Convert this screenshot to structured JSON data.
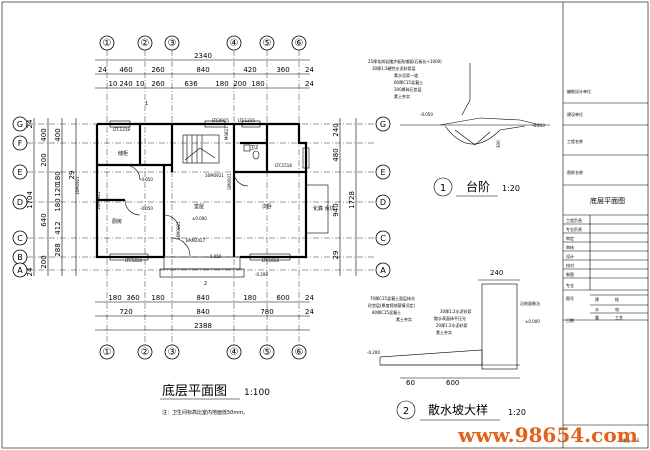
{
  "axes_numbers": [
    "①",
    "②",
    "③",
    "④",
    "⑤",
    "⑥"
  ],
  "axes_letters_left": [
    "G",
    "F",
    "E",
    "D",
    "C",
    "B",
    "A"
  ],
  "axes_letters_right": [
    "G",
    "E",
    "D",
    "C",
    "A"
  ],
  "top_dims": {
    "overall": "2340",
    "row1": [
      "24",
      "460",
      "260",
      "840",
      "420",
      "360",
      "24"
    ],
    "row2": [
      "10",
      "240",
      "10",
      "260",
      "636",
      "180",
      "200",
      "180",
      "24"
    ]
  },
  "bottom_dims": {
    "row1": [
      "180",
      "360",
      "180",
      "840",
      "180",
      "600",
      "24"
    ],
    "row2": [
      "720",
      "840",
      "780",
      "24"
    ],
    "overall": "2388"
  },
  "left_dims": {
    "vertical": [
      "24",
      "400",
      "200",
      "400",
      "180",
      "120",
      "180",
      "640",
      "412",
      "288",
      "200",
      "24",
      "1704",
      "29"
    ]
  },
  "right_dims": [
    "240",
    "480",
    "940",
    "1728",
    "29"
  ],
  "room_labels": {
    "storage": "储柜",
    "kitchen": "厨房",
    "hall": "堂屋",
    "bedroom": "次卧",
    "wc": "卫2",
    "septic": "化粪\n余坑"
  },
  "door_window_tags": {
    "ltc1218": "LTC1218",
    "ltc0915": "LTC0915",
    "ltc1215": "LTC1215",
    "ltc1518": "LTC1518",
    "ltc1818a": "LTC1818",
    "ltc1818b": "LTC1818",
    "m0821": "M0821",
    "m0921a": "16M0921",
    "m0921b": "16M0921",
    "m0921c": "16M0921",
    "m0921d": "16M0921",
    "m0921e": "16M0921",
    "bam": "BAM2427",
    "gm": "GM0921",
    "elev_kitchen": "-0.050",
    "elev_kitchen2": "-0.050",
    "elev_hall": "±0.000",
    "elev_outside": "-0.200",
    "elev_step": "0.050",
    "marker_1": "1",
    "marker_2": "2"
  },
  "plan_title": "底层平面图",
  "plan_scale": "1:100",
  "plan_note": "注：卫生间标高比室内地面低50mm。",
  "detail1": {
    "number": "1",
    "title": "台阶",
    "scale": "1:20",
    "notes": [
      "25厚花岗岩踏步板贴铺面(石板长<1000)",
      "30厚1:3硬性水泥砂浆层",
      "素水泥浆一道",
      "60厚C15混凝土",
      "300厚碎石垫层",
      "素土夯实"
    ],
    "elev_left": "-0.050",
    "elev_right": "-0.200",
    "dim_300": "300"
  },
  "detail2": {
    "number": "2",
    "title": "散水坡大样",
    "scale": "1:20",
    "notes_left": [
      "70厚C15混凝土面层抹光",
      "砼垫层(厚度视地基情况定)",
      "80厚C15混凝土",
      "素土夯实"
    ],
    "notes_mid": [
      "30厚1:2水泥砂浆",
      "散水表面抹平压光",
      "20厚1:2水泥砂浆",
      "素土夯实"
    ],
    "note_right": "沿地面做法",
    "elev_left": "-0.200",
    "elev_mid": "±0.000",
    "dim_top": "240",
    "dim_bottom": "600",
    "dim_left": "60"
  },
  "title_block": {
    "rows": [
      "编制设计单位",
      "建设单位",
      "工程名称",
      "图纸名称",
      "工程负责",
      "专业负责",
      "审定",
      "审核",
      "设计",
      "校对",
      "制图",
      "专业",
      "图号",
      "日期"
    ],
    "drawing_name": "底层平面图",
    "dept_marks": [
      "建",
      "结",
      "水",
      "电",
      "暖",
      "工艺"
    ],
    "sheet_no": "建施－03"
  },
  "watermark": "www.98654.com"
}
